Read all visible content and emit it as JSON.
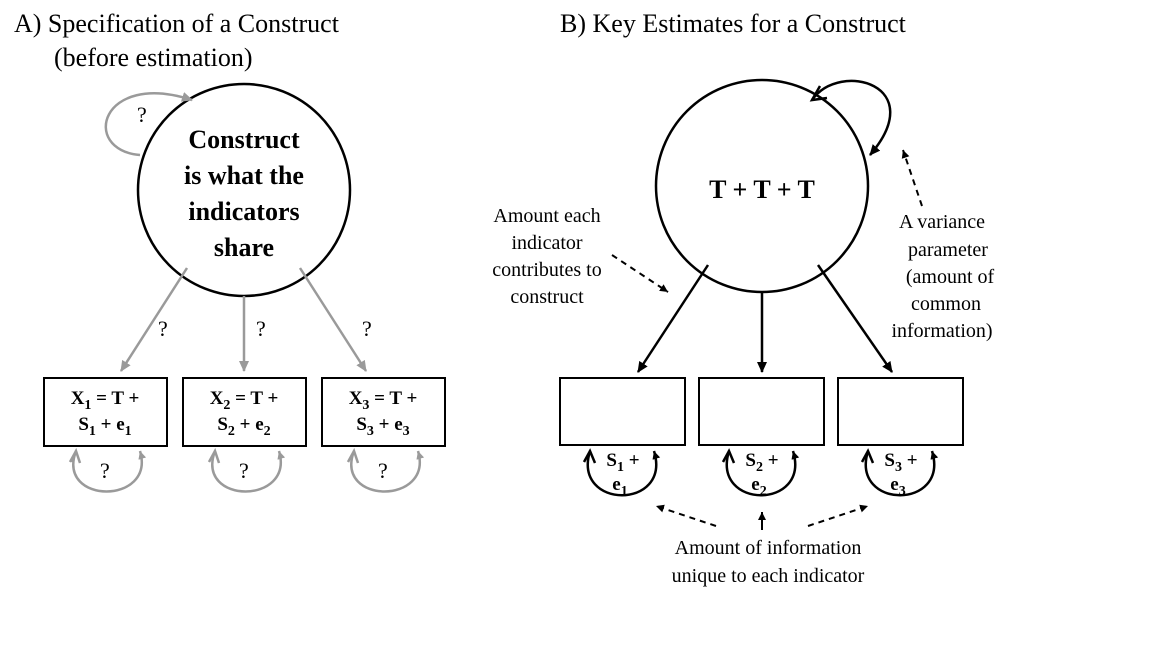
{
  "panel_a": {
    "title_line1": "A) Specification of a Construct",
    "title_line2": "(before estimation)",
    "construct_lines": [
      "Construct",
      "is what the",
      "indicators",
      "share"
    ],
    "question_mark": "?",
    "indicators": [
      {
        "x_label": "X",
        "x_sub": "1",
        "s_label": "S",
        "s_sub": "1",
        "e_label": "e",
        "e_sub": "1"
      },
      {
        "x_label": "X",
        "x_sub": "2",
        "s_label": "S",
        "s_sub": "2",
        "e_label": "e",
        "e_sub": "2"
      },
      {
        "x_label": "X",
        "x_sub": "3",
        "s_label": "S",
        "s_sub": "3",
        "e_label": "e",
        "e_sub": "3"
      }
    ],
    "eq_t": " = T +",
    "plus": " + "
  },
  "panel_b": {
    "title": "B) Key Estimates for a Construct",
    "construct_label": "T + T + T",
    "loading_note_lines": [
      "Amount each",
      "indicator",
      "contributes to",
      "construct"
    ],
    "variance_note_lines": [
      "A variance",
      "parameter",
      "(amount of",
      "common",
      "information)"
    ],
    "unique_note_lines": [
      "Amount of information",
      "unique to each indicator"
    ],
    "residuals": [
      {
        "s_label": "S",
        "s_sub": "1",
        "plus": " +",
        "e_label": "e",
        "e_sub": "1"
      },
      {
        "s_label": "S",
        "s_sub": "2",
        "plus": " +",
        "e_label": "e",
        "e_sub": "2"
      },
      {
        "s_label": "S",
        "s_sub": "3",
        "plus": " +",
        "e_label": "e",
        "e_sub": "3"
      }
    ]
  },
  "colors": {
    "gray_arrow": "#9a9a9a",
    "black": "#000000"
  }
}
